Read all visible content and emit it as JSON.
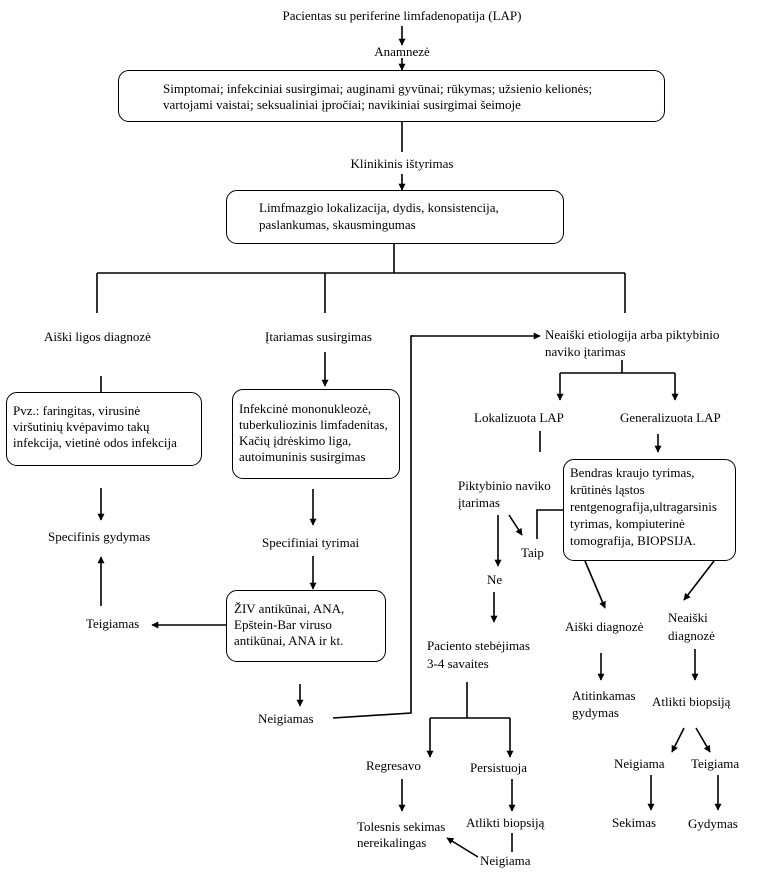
{
  "title": "Pacientas su periferine limfadenopatija (LAP)",
  "steps": {
    "anamneze": "Anamnezė",
    "anamneze_box_1": "Simptomai; infekciniai susirgimai; auginami gyvūnai; rūkymas; užsienio kelionės;",
    "anamneze_box_2": "vartojami vaistai; seksualiniai įpročiai; navikiniai susirgimai šeimoje",
    "klinikinis": "Klinikinis ištyrimas",
    "klinikinis_box_1": "Limfmazgio lokalizacija, dydis, konsistencija,",
    "klinikinis_box_2": "paslankumas, skausmingumas"
  },
  "branch_clear": {
    "label": "Aiški ligos diagnozė",
    "box": [
      "Pvz.: faringitas, virusinė",
      "viršutinių kvėpavimo takų",
      "infekcija, vietinė odos infekcija"
    ],
    "treatment": "Specifinis gydymas",
    "positive": "Teigiamas"
  },
  "branch_suspected": {
    "label": "Įtariamas susirgimas",
    "box": [
      "Infekcinė mononukleozė,",
      "tuberkuliozinis limfadenitas,",
      "Kačių įdrėskimo liga,",
      "autoimuninis susirgimas"
    ],
    "tests": "Specifiniai tyrimai",
    "tests_box": [
      "ŽIV antikūnai, ANA,",
      "Epštein-Bar viruso",
      "antikūnai, ANA ir kt."
    ],
    "negative": "Neigiamas"
  },
  "branch_unclear": {
    "label_1": "Neaiški etiologija arba piktybinio",
    "label_2": "naviko įtarimas",
    "localized": "Lokalizuota LAP",
    "generalized": "Generalizuota LAP",
    "malignancy_1": "Piktybinio naviko",
    "malignancy_2": "įtarimas",
    "yes": "Taip",
    "no": "Ne",
    "observe_1": "Paciento stebėjimas",
    "observe_2": "3-4 savaites",
    "regress": "Regresavo",
    "persist": "Persistuoja",
    "no_followup_1": "Tolesnis sekimas",
    "no_followup_2": "nereikalingas",
    "do_biopsy_left": "Atlikti biopsiją",
    "biopsy_negative": "Neigiama",
    "gen_box": [
      "Bendras kraujo tyrimas,",
      "krūtinės ląstos",
      "rentgenografija,ultragarsinis",
      "tyrimas, kompiuterinė",
      "tomografija, BIOPSIJA."
    ],
    "clear_dx": "Aiški diagnozė",
    "unclear_dx_1": "Neaiški",
    "unclear_dx_2": "diagnozė",
    "appropriate_tx_1": "Atitinkamas",
    "appropriate_tx_2": "gydymas",
    "do_biopsy_right": "Atlikti biopsiją",
    "neg_right": "Neigiama",
    "pos_right": "Teigiama",
    "followup": "Sekimas",
    "treatment": "Gydymas"
  }
}
